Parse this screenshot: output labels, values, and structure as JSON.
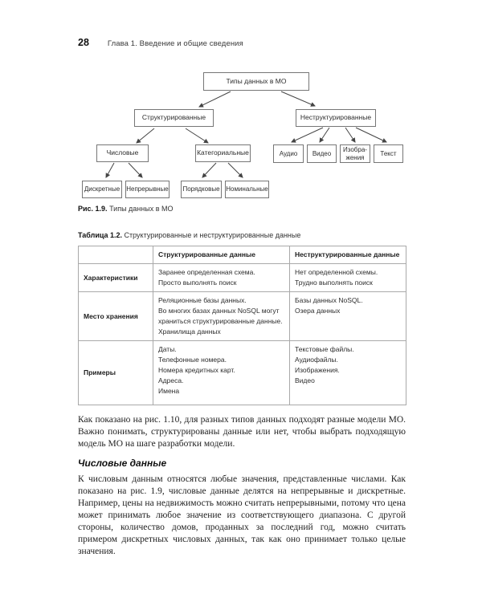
{
  "header": {
    "page_number": "28",
    "chapter": "Глава 1. Введение и общие сведения"
  },
  "diagram": {
    "root": "Типы данных в МО",
    "structured": "Структурированные",
    "unstructured": "Неструктурированные",
    "numeric": "Числовые",
    "categorical": "Категориальные",
    "audio": "Аудио",
    "video": "Видео",
    "images": "Изобра-\nжения",
    "text": "Текст",
    "discrete": "Дискретные",
    "continuous": "Непрерывные",
    "ordinal": "Порядковые",
    "nominal": "Номинальные",
    "caption_label": "Рис. 1.9.",
    "caption_text": " Типы данных в МО"
  },
  "table": {
    "caption_label": "Таблица 1.2.",
    "caption_text": " Структурированные и неструктурированные данные",
    "col_structured": "Структурированные данные",
    "col_unstructured": "Неструктурированные данные",
    "rows": [
      {
        "label": "Характеристики",
        "structured": "Заранее определенная схема.\nПросто выполнять поиск",
        "unstructured": "Нет определенной схемы.\nТрудно выполнять поиск"
      },
      {
        "label": "Место хранения",
        "structured": "Реляционные базы данных.\nВо многих базах данных NoSQL могут храниться структурированные данные.\nХранилища данных",
        "unstructured": "Базы данных NoSQL.\nОзера данных"
      },
      {
        "label": "Примеры",
        "structured": "Даты.\nТелефонные номера.\nНомера кредитных карт.\nАдреса.\nИмена",
        "unstructured": "Текстовые файлы.\nАудиофайлы.\nИзображения.\nВидео"
      }
    ]
  },
  "body": {
    "paragraph_1": "Как показано на рис. 1.10, для разных типов данных подходят разные модели МО. Важно понимать, структурированы данные или нет, чтобы выбрать подходящую модель МО на шаге разработки модели.",
    "section_heading": "Числовые данные",
    "paragraph_2": "К числовым данным относятся любые значения, представленные числами. Как показано на рис. 1.9, числовые данные делятся на непрерывные и дискретные. Например, цены на недвижимость можно считать непрерывными, потому что цена может принимать любое значение из соответствующего диапазона. С другой стороны, количество домов, проданных за последний год, можно считать примером дискретных числовых данных, так как оно принимает только целые значения."
  }
}
